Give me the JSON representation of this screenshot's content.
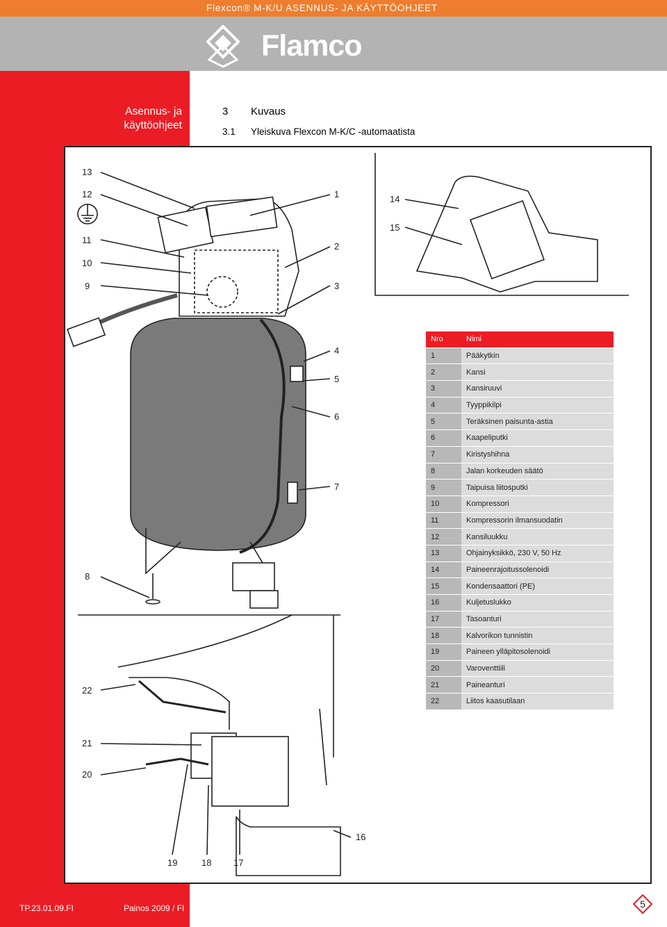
{
  "header": {
    "doc_title": "Flexcon® M-K/U  ASENNUS- JA KÄYTTÖOHJEET",
    "brand": "Flamco"
  },
  "sidebar": {
    "title_line1": "Asennus- ja",
    "title_line2": "käyttöohjeet"
  },
  "section": {
    "number": "3",
    "title": "Kuvaus",
    "sub_number": "3.1",
    "sub_title": "Yleiskuva Flexcon M-K/C -automaatista"
  },
  "callouts": [
    "13",
    "12",
    "11",
    "10",
    "9",
    "1",
    "2",
    "3",
    "14",
    "15",
    "4",
    "5",
    "6",
    "7",
    "8",
    "22",
    "21",
    "20",
    "19",
    "18",
    "17",
    "16"
  ],
  "table": {
    "header_no": "Nro",
    "header_name": "Nimi",
    "rows": [
      {
        "no": "1",
        "name": "Pääkytkin"
      },
      {
        "no": "2",
        "name": "Kansi"
      },
      {
        "no": "3",
        "name": "Kansiruuvi"
      },
      {
        "no": "4",
        "name": "Tyyppikilpi"
      },
      {
        "no": "5",
        "name": "Teräksinen paisunta-astia"
      },
      {
        "no": "6",
        "name": "Kaapeliputki"
      },
      {
        "no": "7",
        "name": "Kiristyshihna"
      },
      {
        "no": "8",
        "name": "Jalan korkeuden säätö"
      },
      {
        "no": "9",
        "name": "Taipuisa liitosputki"
      },
      {
        "no": "10",
        "name": "Kompressori"
      },
      {
        "no": "11",
        "name": "Kompressorin ilmansuodatin"
      },
      {
        "no": "12",
        "name": "Kansiluukku"
      },
      {
        "no": "13",
        "name": "Ohjainyksikkö, 230 V, 50 Hz"
      },
      {
        "no": "14",
        "name": "Paineenrajoitussolenoidi"
      },
      {
        "no": "15",
        "name": "Kondensaattori (PE)"
      },
      {
        "no": "16",
        "name": "Kuljetuslukko"
      },
      {
        "no": "17",
        "name": "Tasoanturi"
      },
      {
        "no": "18",
        "name": "Kalvorikon tunnistin"
      },
      {
        "no": "19",
        "name": "Paineen ylläpitosolenoidi"
      },
      {
        "no": "20",
        "name": "Varoventtiili"
      },
      {
        "no": "21",
        "name": "Paineanturi"
      },
      {
        "no": "22",
        "name": "Liitos kaasutilaan"
      }
    ]
  },
  "footer": {
    "doc_code": "TP.23.01.09.FI",
    "edition": "Painos 2009 / FI",
    "page": "5"
  },
  "colors": {
    "accent_red": "#ec1c24",
    "orange": "#ee7d2d",
    "gray": "#b3b3b3"
  }
}
